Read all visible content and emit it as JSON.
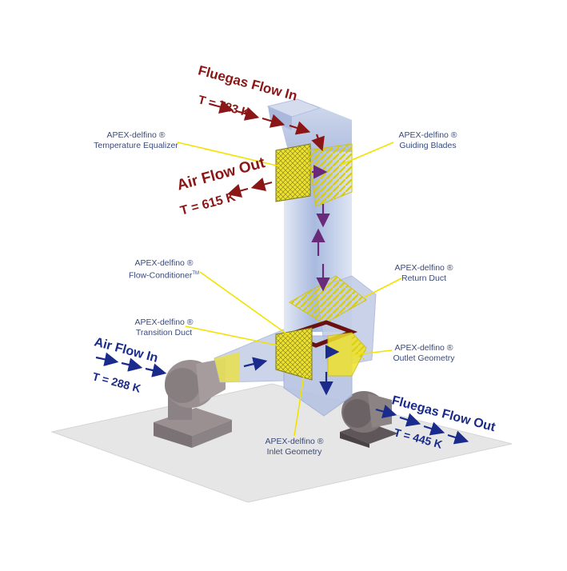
{
  "flows": {
    "fluegas_in": {
      "title": "Fluegas Flow In",
      "temp": "T = 723 K"
    },
    "air_out": {
      "title": "Air Flow Out",
      "temp": "T = 615 K"
    },
    "air_in": {
      "title": "Air Flow In",
      "temp": "T = 288 K"
    },
    "fluegas_out": {
      "title": "Fluegas Flow Out",
      "temp": "T = 445 K"
    }
  },
  "labels": {
    "temperature_equalizer": {
      "line1": "APEX-delfino ®",
      "line2": "Temperature Equalizer"
    },
    "guiding_blades": {
      "line1": "APEX-delfino ®",
      "line2": "Guiding Blades"
    },
    "flow_conditioner": {
      "line1": "APEX-delfino ®",
      "line2": "Flow-Conditioner",
      "sup": "TM"
    },
    "return_duct": {
      "line1": "APEX-delfino ®",
      "line2": "Return Duct"
    },
    "transition_duct": {
      "line1": "APEX-delfino ®",
      "line2": "Transition Duct"
    },
    "outlet_geometry": {
      "line1": "APEX-delfino ®",
      "line2": "Outlet Geometry"
    },
    "inlet_geometry": {
      "line1": "APEX-delfino ®",
      "line2": "Inlet Geometry"
    }
  },
  "colors": {
    "hot_flow": "#8b1616",
    "cold_flow": "#1a2b8c",
    "callout_line": "#f2e200",
    "component_fill": "#f0e020",
    "duct_fill": "#b9c6e2",
    "floor": "#e6e6e6",
    "fan_body": "#8e8486"
  }
}
